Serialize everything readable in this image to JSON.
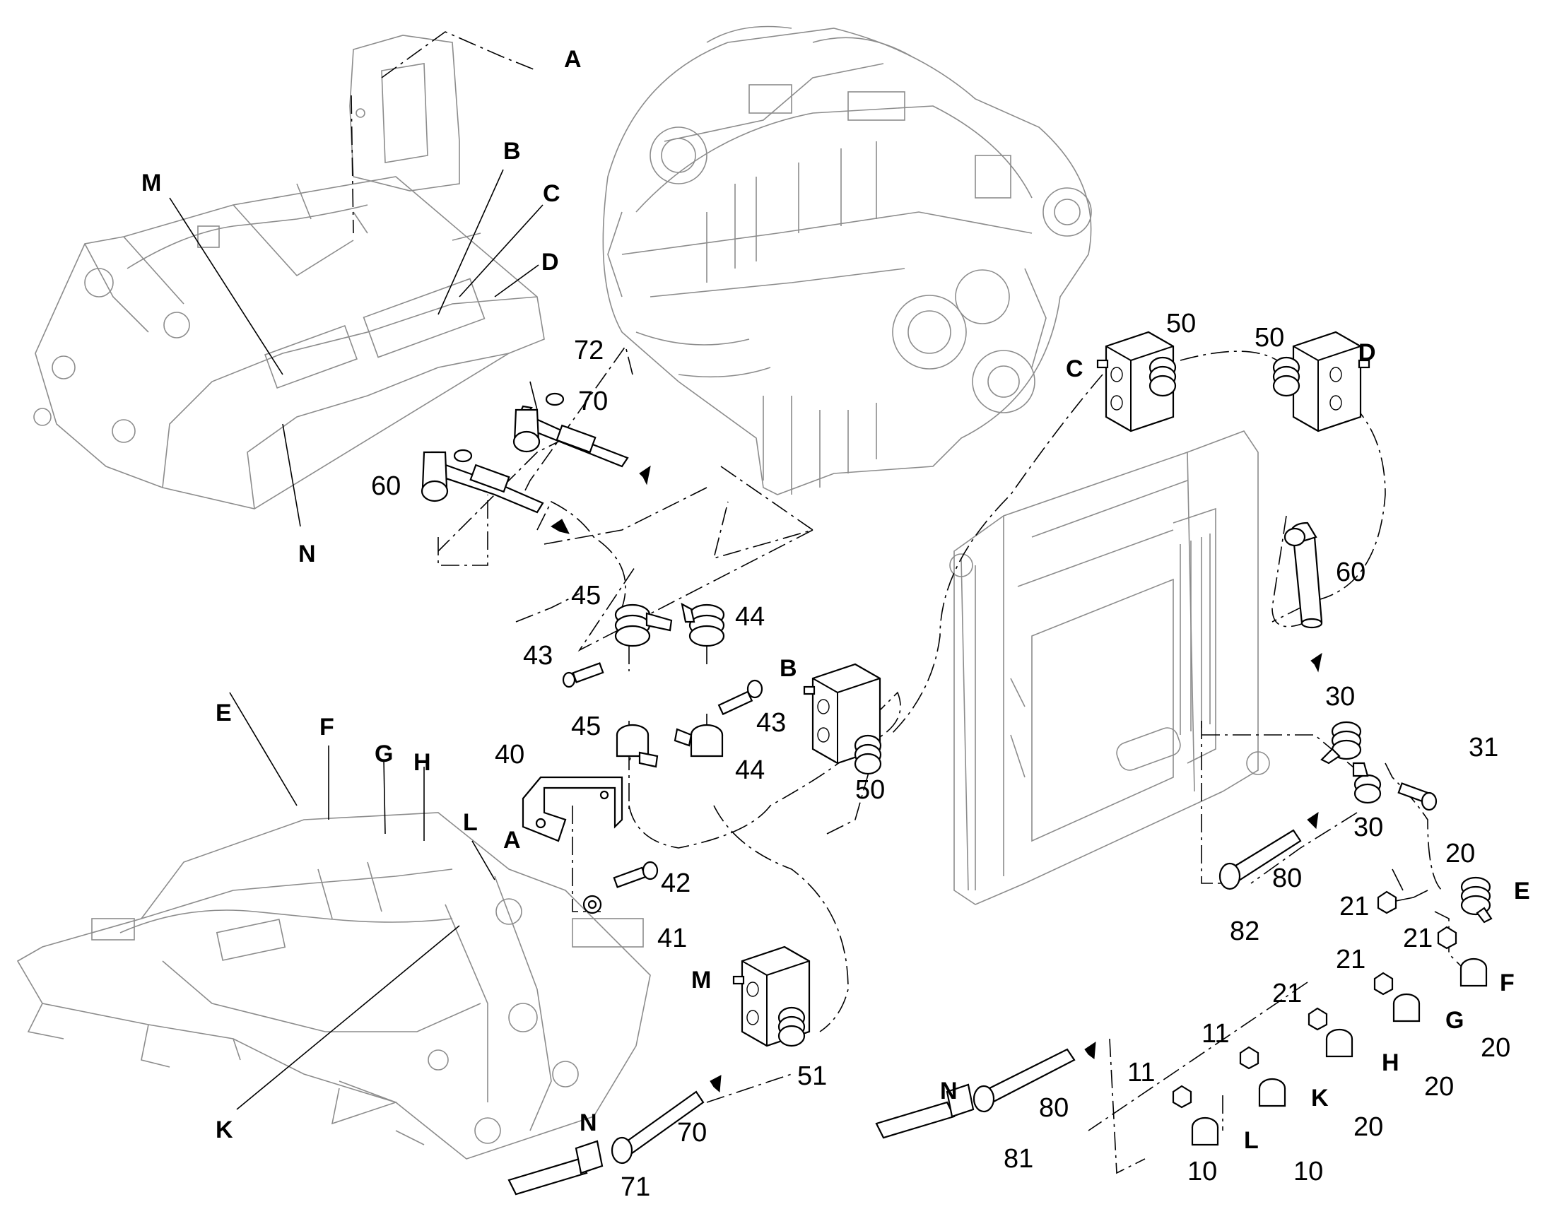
{
  "labels": [
    {
      "text": "A",
      "kind": "letter"
    },
    {
      "text": "B",
      "kind": "letter"
    },
    {
      "text": "C",
      "kind": "letter"
    },
    {
      "text": "D",
      "kind": "letter"
    },
    {
      "text": "M",
      "kind": "letter"
    },
    {
      "text": "N",
      "kind": "letter"
    },
    {
      "text": "72",
      "kind": "number"
    },
    {
      "text": "70",
      "kind": "number"
    },
    {
      "text": "60",
      "kind": "number"
    },
    {
      "text": "45",
      "kind": "number"
    },
    {
      "text": "44",
      "kind": "number"
    },
    {
      "text": "43",
      "kind": "number"
    },
    {
      "text": "B",
      "kind": "letter"
    },
    {
      "text": "43",
      "kind": "number"
    },
    {
      "text": "45",
      "kind": "number"
    },
    {
      "text": "44",
      "kind": "number"
    },
    {
      "text": "40",
      "kind": "number"
    },
    {
      "text": "A",
      "kind": "letter"
    },
    {
      "text": "50",
      "kind": "number"
    },
    {
      "text": "42",
      "kind": "number"
    },
    {
      "text": "41",
      "kind": "number"
    },
    {
      "text": "E",
      "kind": "letter"
    },
    {
      "text": "F",
      "kind": "letter"
    },
    {
      "text": "G",
      "kind": "letter"
    },
    {
      "text": "H",
      "kind": "letter"
    },
    {
      "text": "L",
      "kind": "letter"
    },
    {
      "text": "K",
      "kind": "letter"
    },
    {
      "text": "M",
      "kind": "letter"
    },
    {
      "text": "51",
      "kind": "number"
    },
    {
      "text": "N",
      "kind": "letter"
    },
    {
      "text": "70",
      "kind": "number"
    },
    {
      "text": "71",
      "kind": "number"
    },
    {
      "text": "50",
      "kind": "number"
    },
    {
      "text": "50",
      "kind": "number"
    },
    {
      "text": "C",
      "kind": "letter"
    },
    {
      "text": "D",
      "kind": "letter"
    },
    {
      "text": "60",
      "kind": "number"
    },
    {
      "text": "30",
      "kind": "number"
    },
    {
      "text": "31",
      "kind": "number"
    },
    {
      "text": "30",
      "kind": "number"
    },
    {
      "text": "20",
      "kind": "number"
    },
    {
      "text": "E",
      "kind": "letter"
    },
    {
      "text": "80",
      "kind": "number"
    },
    {
      "text": "82",
      "kind": "number"
    },
    {
      "text": "21",
      "kind": "number"
    },
    {
      "text": "21",
      "kind": "number"
    },
    {
      "text": "F",
      "kind": "letter"
    },
    {
      "text": "21",
      "kind": "number"
    },
    {
      "text": "G",
      "kind": "letter"
    },
    {
      "text": "20",
      "kind": "number"
    },
    {
      "text": "21",
      "kind": "number"
    },
    {
      "text": "H",
      "kind": "letter"
    },
    {
      "text": "20",
      "kind": "number"
    },
    {
      "text": "11",
      "kind": "number"
    },
    {
      "text": "K",
      "kind": "letter"
    },
    {
      "text": "20",
      "kind": "number"
    },
    {
      "text": "11",
      "kind": "number"
    },
    {
      "text": "L",
      "kind": "letter"
    },
    {
      "text": "N",
      "kind": "letter"
    },
    {
      "text": "80",
      "kind": "number"
    },
    {
      "text": "81",
      "kind": "number"
    },
    {
      "text": "10",
      "kind": "number"
    },
    {
      "text": "10",
      "kind": "number"
    }
  ],
  "colors": {
    "line": "#000000",
    "assembly_line": "#8c8c8c",
    "background": "#ffffff"
  }
}
